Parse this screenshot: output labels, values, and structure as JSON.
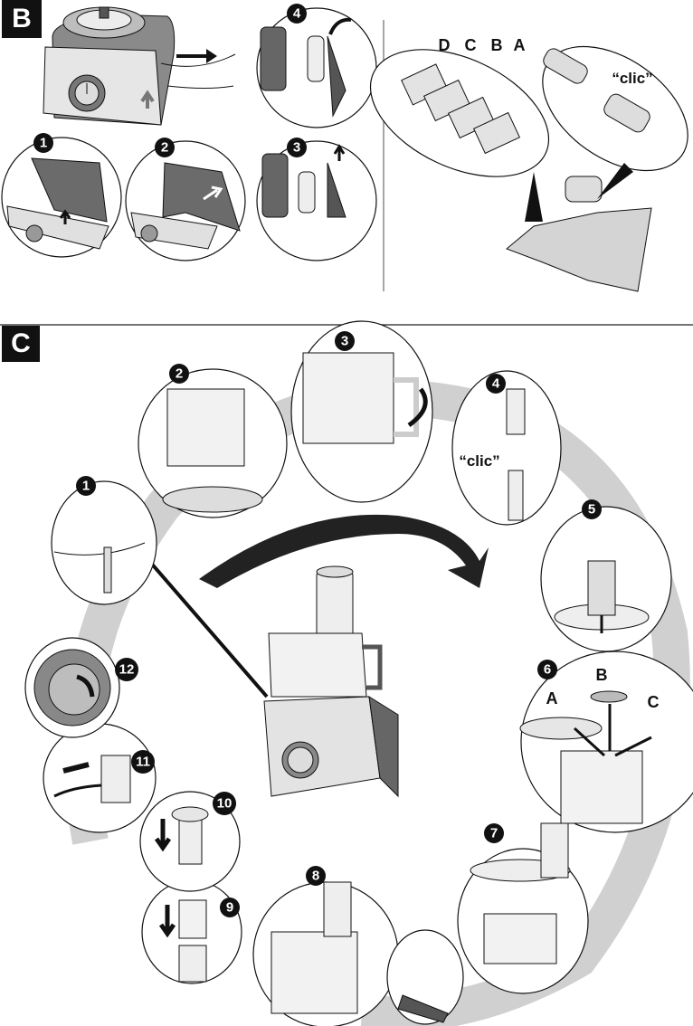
{
  "sections": {
    "b": {
      "label": "B",
      "steps": [
        "1",
        "2",
        "3",
        "4"
      ],
      "grater_labels": [
        "D",
        "C",
        "B",
        "A"
      ],
      "sound_label": "“clic”"
    },
    "c": {
      "label": "C",
      "steps": [
        "1",
        "2",
        "3",
        "4",
        "5",
        "6",
        "7",
        "8",
        "9",
        "10",
        "11",
        "12"
      ],
      "sound_label": "“clic”",
      "tool_labels": [
        "A",
        "B",
        "C"
      ]
    }
  },
  "colors": {
    "ink": "#111111",
    "dark_body": "#555555",
    "mid_gray": "#9a9a9a",
    "light_gray": "#d9d9d9",
    "shadow": "#c8c8c8"
  }
}
